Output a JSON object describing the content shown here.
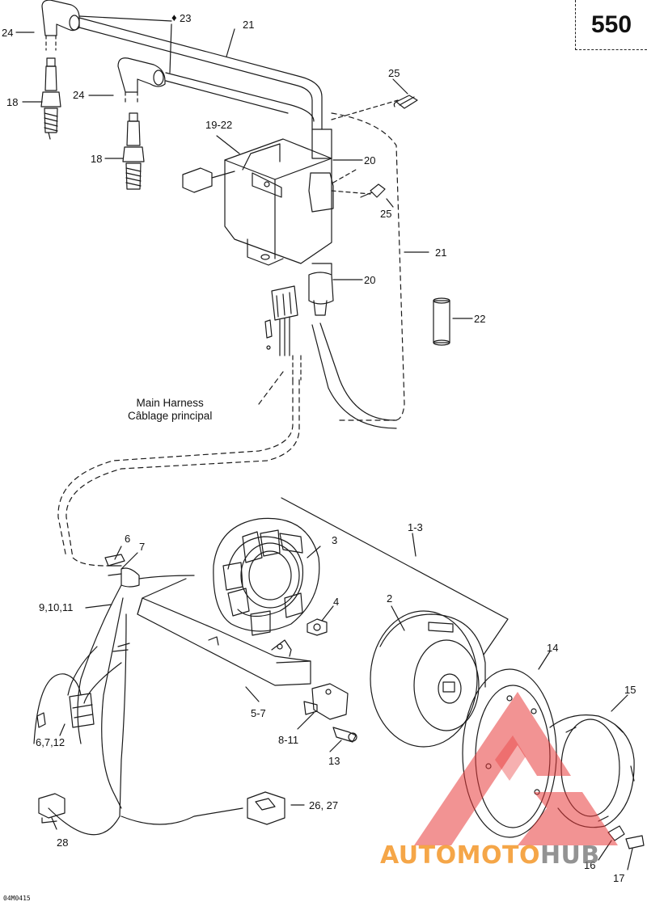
{
  "model_number": "550",
  "figure_code": "04M0415",
  "harness_label": {
    "en": "Main Harness",
    "fr": "Câblage principal"
  },
  "callouts": {
    "c24a": "24",
    "c24b": "24",
    "c18a": "18",
    "c18b": "18",
    "c23": "23",
    "c21a": "21",
    "c21b": "21",
    "c25a": "25",
    "c25b": "25",
    "c1922": "19-22",
    "c20a": "20",
    "c20b": "20",
    "c22": "22",
    "c6": "6",
    "c7": "7",
    "c91011": "9,10,11",
    "c3": "3",
    "c4": "4",
    "c13range": "1-3",
    "c2": "2",
    "c14": "14",
    "c15": "15",
    "c57": "5-7",
    "c811": "8-11",
    "c13": "13",
    "c6712": "6,7,12",
    "c2627": "26, 27",
    "c28": "28",
    "c16": "16",
    "c17": "17"
  },
  "watermark": {
    "part1": "AUTOMOTO",
    "part2": "HUB",
    "color_red": "#e83a3a",
    "color_orange": "#f39628",
    "color_gray": "#7a7a7a"
  }
}
